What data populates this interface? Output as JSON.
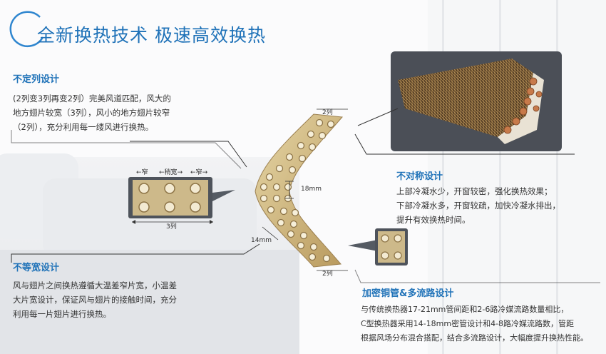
{
  "title": "全新换热技术  极速高效换热",
  "sections": {
    "uneven_rows": {
      "heading": "不定列设计",
      "lines": [
        "(2列变3列再变2列）完美风道匹配，风大的",
        "地方翅片较宽（3列），风小的地方翅片较窄",
        "（2列），充分利用每一缕风进行换热。"
      ]
    },
    "asymmetric": {
      "heading": "不对称设计",
      "lines": [
        "上部冷凝水少，开窗较密，强化换热效果；",
        "下部冷凝水多，开窗较疏，加快冷凝水排出，",
        "提升有效换热时间。"
      ]
    },
    "unequal_width": {
      "heading": "不等宽设计",
      "lines": [
        "风与翅片之间换热遵循大温差窄片宽，小温差",
        "大片宽设计，保证风与翅片的接触时间，充分",
        "利用每一片翅片进行换热。"
      ]
    },
    "dense_tubes": {
      "heading": "加密铜管&多流路设计",
      "lines": [
        "与传统换热器17-21mm管间距和2-6路冷媒流路数量相比，",
        "C型换热器采用14-18mm密管设计和4-8路冷媒流路数，管距",
        "根据风场分布混合搭配，结合多流路设计，大幅度提升换热性能。"
      ]
    }
  },
  "diagram": {
    "width_labels": [
      "窄",
      "稍宽",
      "窄"
    ],
    "rows_3": "3列",
    "rows_2_top": "2列",
    "rows_2_bottom": "2列",
    "spacing_18": "18mm",
    "spacing_14": "14mm"
  },
  "colors": {
    "accent": "#1f72b8",
    "fin": "#c9b07a",
    "copper": "#c77a4a"
  }
}
